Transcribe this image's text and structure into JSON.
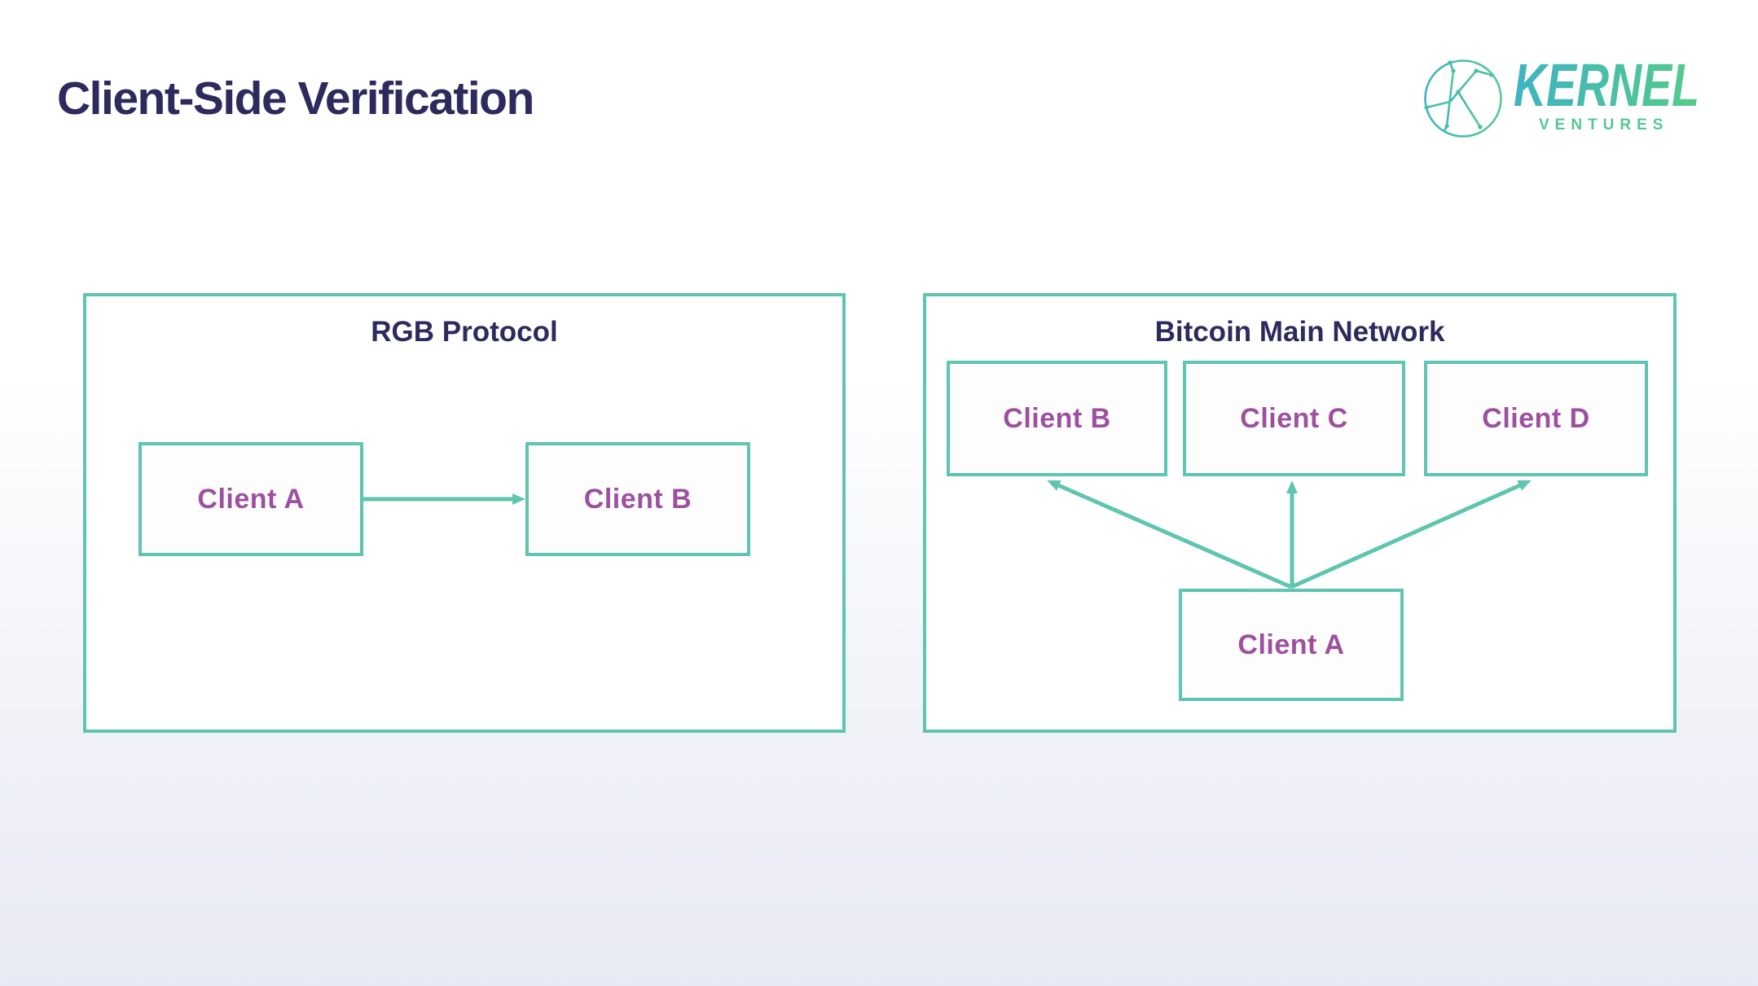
{
  "page": {
    "title": "Client-Side Verification"
  },
  "logo": {
    "brand": "KERNEL",
    "subtext": "VENTURES"
  },
  "colors": {
    "accent_teal": "#5ec5b1",
    "node_label_purple": "#9c509e",
    "heading_navy": "#2d2a5e",
    "logo_gradient_start": "#3fb3c3",
    "logo_gradient_end": "#55cb8b",
    "background_top": "#ffffff",
    "background_bottom": "#e7e9f4"
  },
  "diagram": {
    "rgb_panel": {
      "title": "RGB Protocol",
      "nodes": [
        {
          "label": "Client A"
        },
        {
          "label": "Client B"
        }
      ],
      "connections": [
        {
          "from": "Client A",
          "to": "Client B"
        }
      ]
    },
    "btc_panel": {
      "title": "Bitcoin Main Network",
      "top_nodes": [
        {
          "label": "Client B"
        },
        {
          "label": "Client C"
        },
        {
          "label": "Client D"
        }
      ],
      "bottom_node": {
        "label": "Client A"
      },
      "connections": [
        {
          "from": "Client A",
          "to": "Client B"
        },
        {
          "from": "Client A",
          "to": "Client C"
        },
        {
          "from": "Client A",
          "to": "Client D"
        }
      ]
    }
  }
}
